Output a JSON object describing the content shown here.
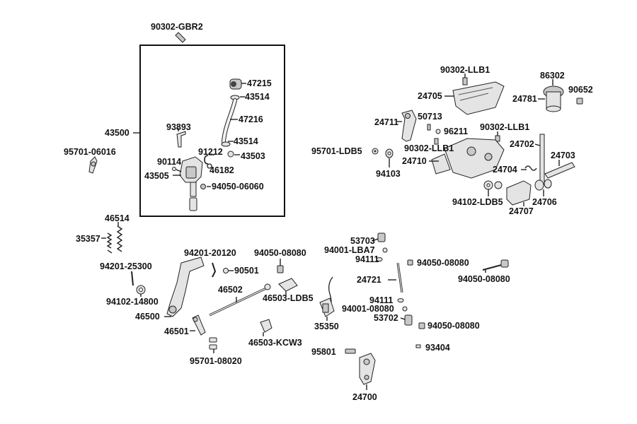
{
  "labels": {
    "l_90302_gbr2": "90302-GBR2",
    "l_47215": "47215",
    "l_43514_a": "43514",
    "l_47216": "47216",
    "l_43500": "43500",
    "l_93893": "93893",
    "l_43514_b": "43514",
    "l_91212": "91212",
    "l_43503": "43503",
    "l_90114": "90114",
    "l_46182": "46182",
    "l_43505": "43505",
    "l_94050_06060": "94050-06060",
    "l_95701_06016": "95701-06016",
    "l_90302_llb1_a": "90302-LLB1",
    "l_86302": "86302",
    "l_24705": "24705",
    "l_90652": "90652",
    "l_24781": "24781",
    "l_24711": "24711",
    "l_50713": "50713",
    "l_96211": "96211",
    "l_90302_llb1_b": "90302-LLB1",
    "l_95701_ldb5": "95701-LDB5",
    "l_90302_llb1_c": "90302-LLB1",
    "l_24702": "24702",
    "l_24703": "24703",
    "l_24710": "24710",
    "l_94103": "94103",
    "l_24704": "24704",
    "l_94102_ldb5": "94102-LDB5",
    "l_24706": "24706",
    "l_24707": "24707",
    "l_46514": "46514",
    "l_35357": "35357",
    "l_53703": "53703",
    "l_94001_lba7": "94001-LBA7",
    "l_94201_20120": "94201-20120",
    "l_94050_08080_a": "94050-08080",
    "l_94111_a": "94111",
    "l_94050_08080_b": "94050-08080",
    "l_94201_25300": "94201-25300",
    "l_90501": "90501",
    "l_94050_08080_c": "94050-08080",
    "l_24721": "24721",
    "l_46502": "46502",
    "l_94102_14800": "94102-14800",
    "l_46503_ldb5": "46503-LDB5",
    "l_94111_b": "94111",
    "l_94001_08080": "94001-08080",
    "l_46500": "46500",
    "l_35350": "35350",
    "l_53702": "53702",
    "l_94050_08080_d": "94050-08080",
    "l_46501": "46501",
    "l_46503_kcw3": "46503-KCW3",
    "l_93404": "93404",
    "l_95801": "95801",
    "l_95701_08020": "95701-08020",
    "l_24700": "24700"
  }
}
